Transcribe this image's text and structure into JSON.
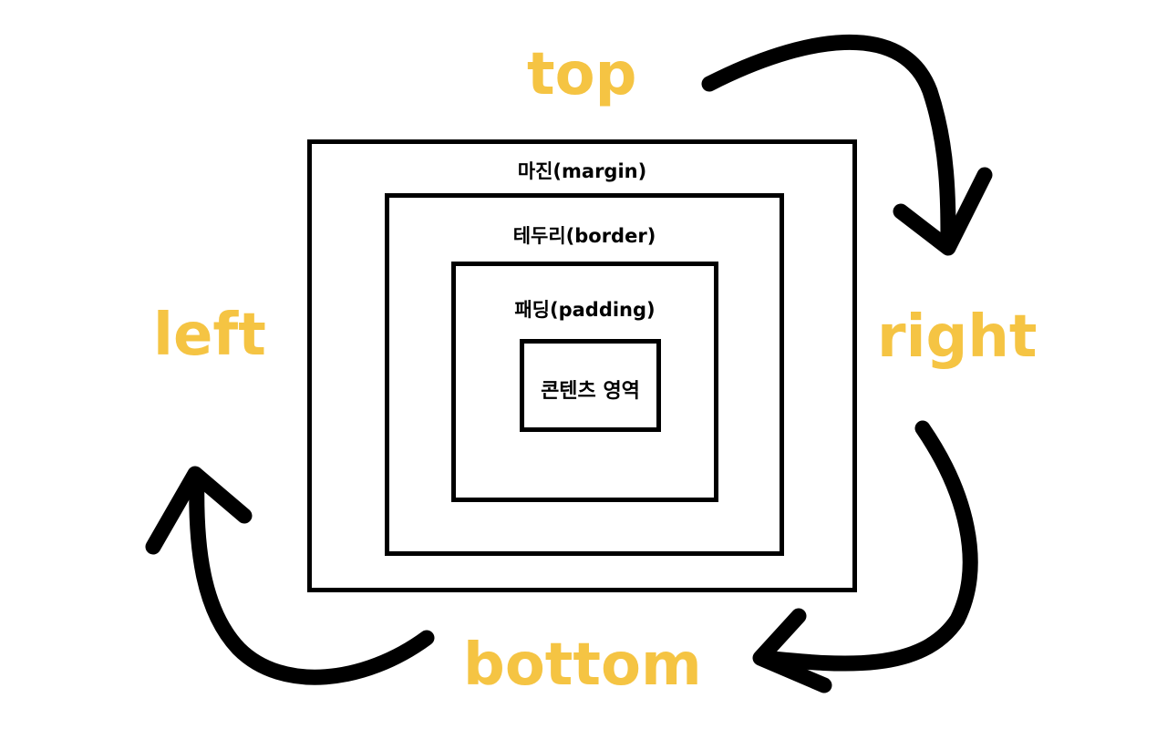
{
  "boxes": {
    "margin": "마진(margin)",
    "border": "테두리(border)",
    "padding": "패딩(padding)",
    "content": "콘텐츠 영역"
  },
  "directions": {
    "top": "top",
    "right": "right",
    "bottom": "bottom",
    "left": "left"
  },
  "colors": {
    "direction_label": "#f5c443",
    "box_border": "#000000",
    "arrow": "#000000"
  }
}
